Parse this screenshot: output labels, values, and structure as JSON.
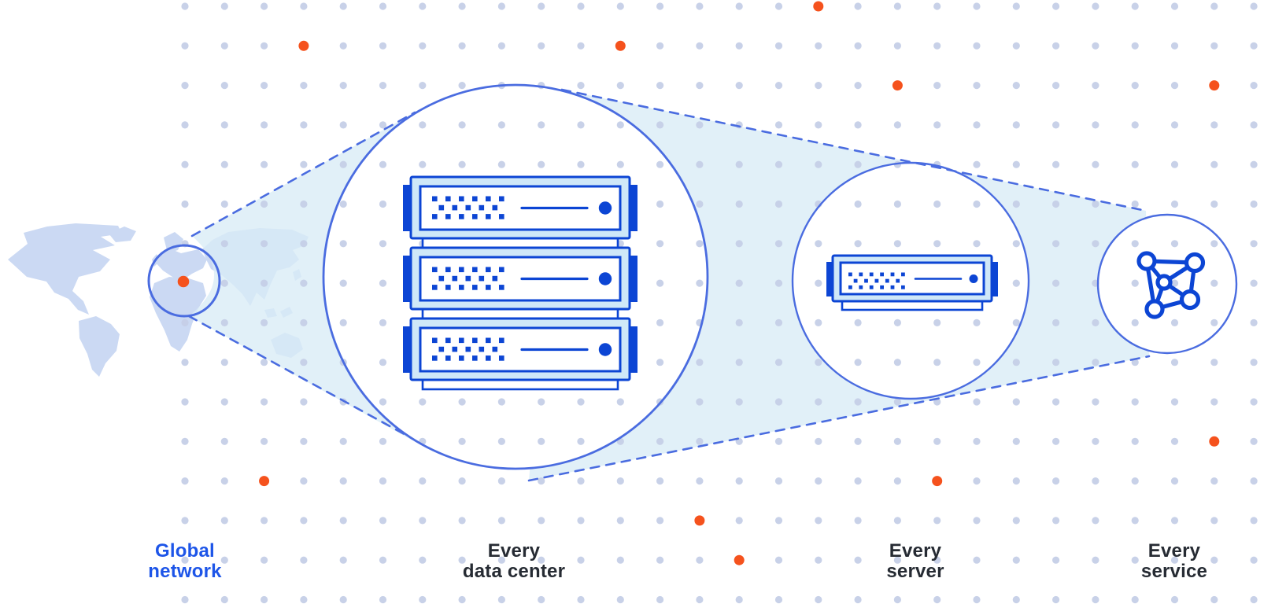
{
  "diagram": {
    "title": "Global network zoom diagram",
    "stages": [
      {
        "id": "global-network",
        "label_line1": "Global",
        "label_line2": "network",
        "highlighted": true
      },
      {
        "id": "every-data-center",
        "label_line1": "Every",
        "label_line2": "data center",
        "highlighted": false
      },
      {
        "id": "every-server",
        "label_line1": "Every",
        "label_line2": "server",
        "highlighted": false
      },
      {
        "id": "every-service",
        "label_line1": "Every",
        "label_line2": "service",
        "highlighted": false
      }
    ],
    "icons": [
      "world-map",
      "location-circle",
      "location-marker-dot",
      "rack-server-icon",
      "single-server-icon",
      "network-mesh-icon"
    ]
  },
  "colors": {
    "accent_blue": "#0c45d4",
    "outline_blue": "#4a6ce0",
    "label_blue": "#1d55e8",
    "label_dark": "#262b33",
    "grid_dot": "#c5cfe7",
    "orange": "#f5521d",
    "cone_fill": "#d9ecf6",
    "map_fill": "#cbd9f3",
    "server_fill": "#cfe8f8"
  },
  "background": {
    "orange_dot_cells": [
      [
        3,
        1
      ],
      [
        11,
        1
      ],
      [
        16,
        0
      ],
      [
        18,
        2
      ],
      [
        26,
        2
      ],
      [
        26,
        11
      ],
      [
        2,
        12
      ],
      [
        19,
        12
      ],
      [
        13,
        13
      ],
      [
        14,
        14
      ]
    ]
  }
}
